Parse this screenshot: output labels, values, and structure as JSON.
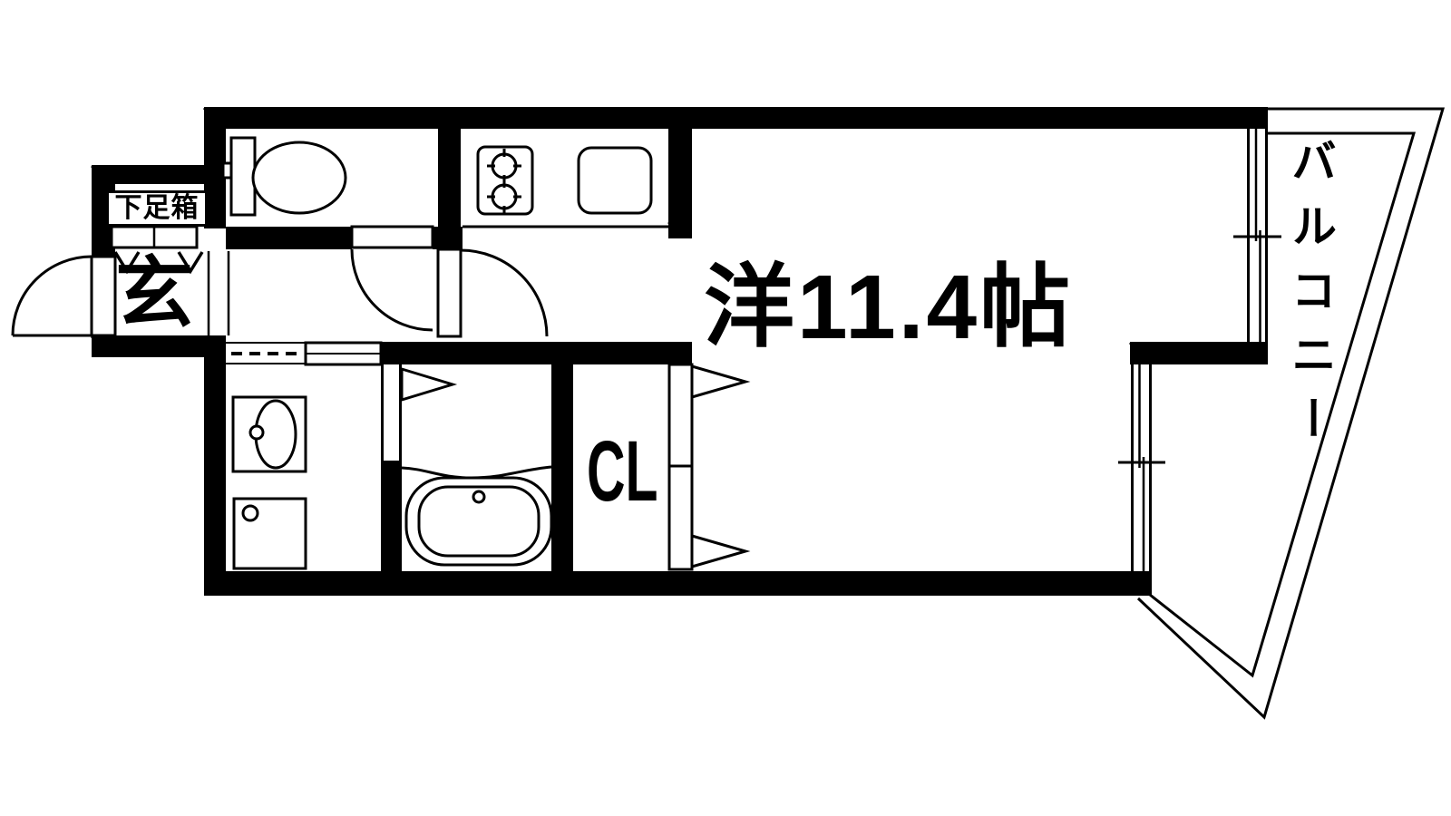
{
  "colors": {
    "background": "#ffffff",
    "wall": "#000000",
    "line": "#000000"
  },
  "labels": {
    "shoe_cabinet": "下足箱",
    "entrance": "玄",
    "main_room": "洋11.4帖",
    "closet": "CL",
    "balcony": "バルコニー"
  },
  "main_room_size_tatami": 11.4,
  "fixtures": [
    "entrance-door",
    "shoe-cabinet",
    "toilet",
    "toilet-door",
    "kitchen-stove",
    "kitchen-sink",
    "room-door",
    "sliding-door",
    "vanity-sink",
    "washing-machine-pan",
    "bathtub",
    "bathroom-folding-door",
    "closet-bifold-doors",
    "sliding-window-upper",
    "sliding-window-lower",
    "balcony-railing"
  ]
}
